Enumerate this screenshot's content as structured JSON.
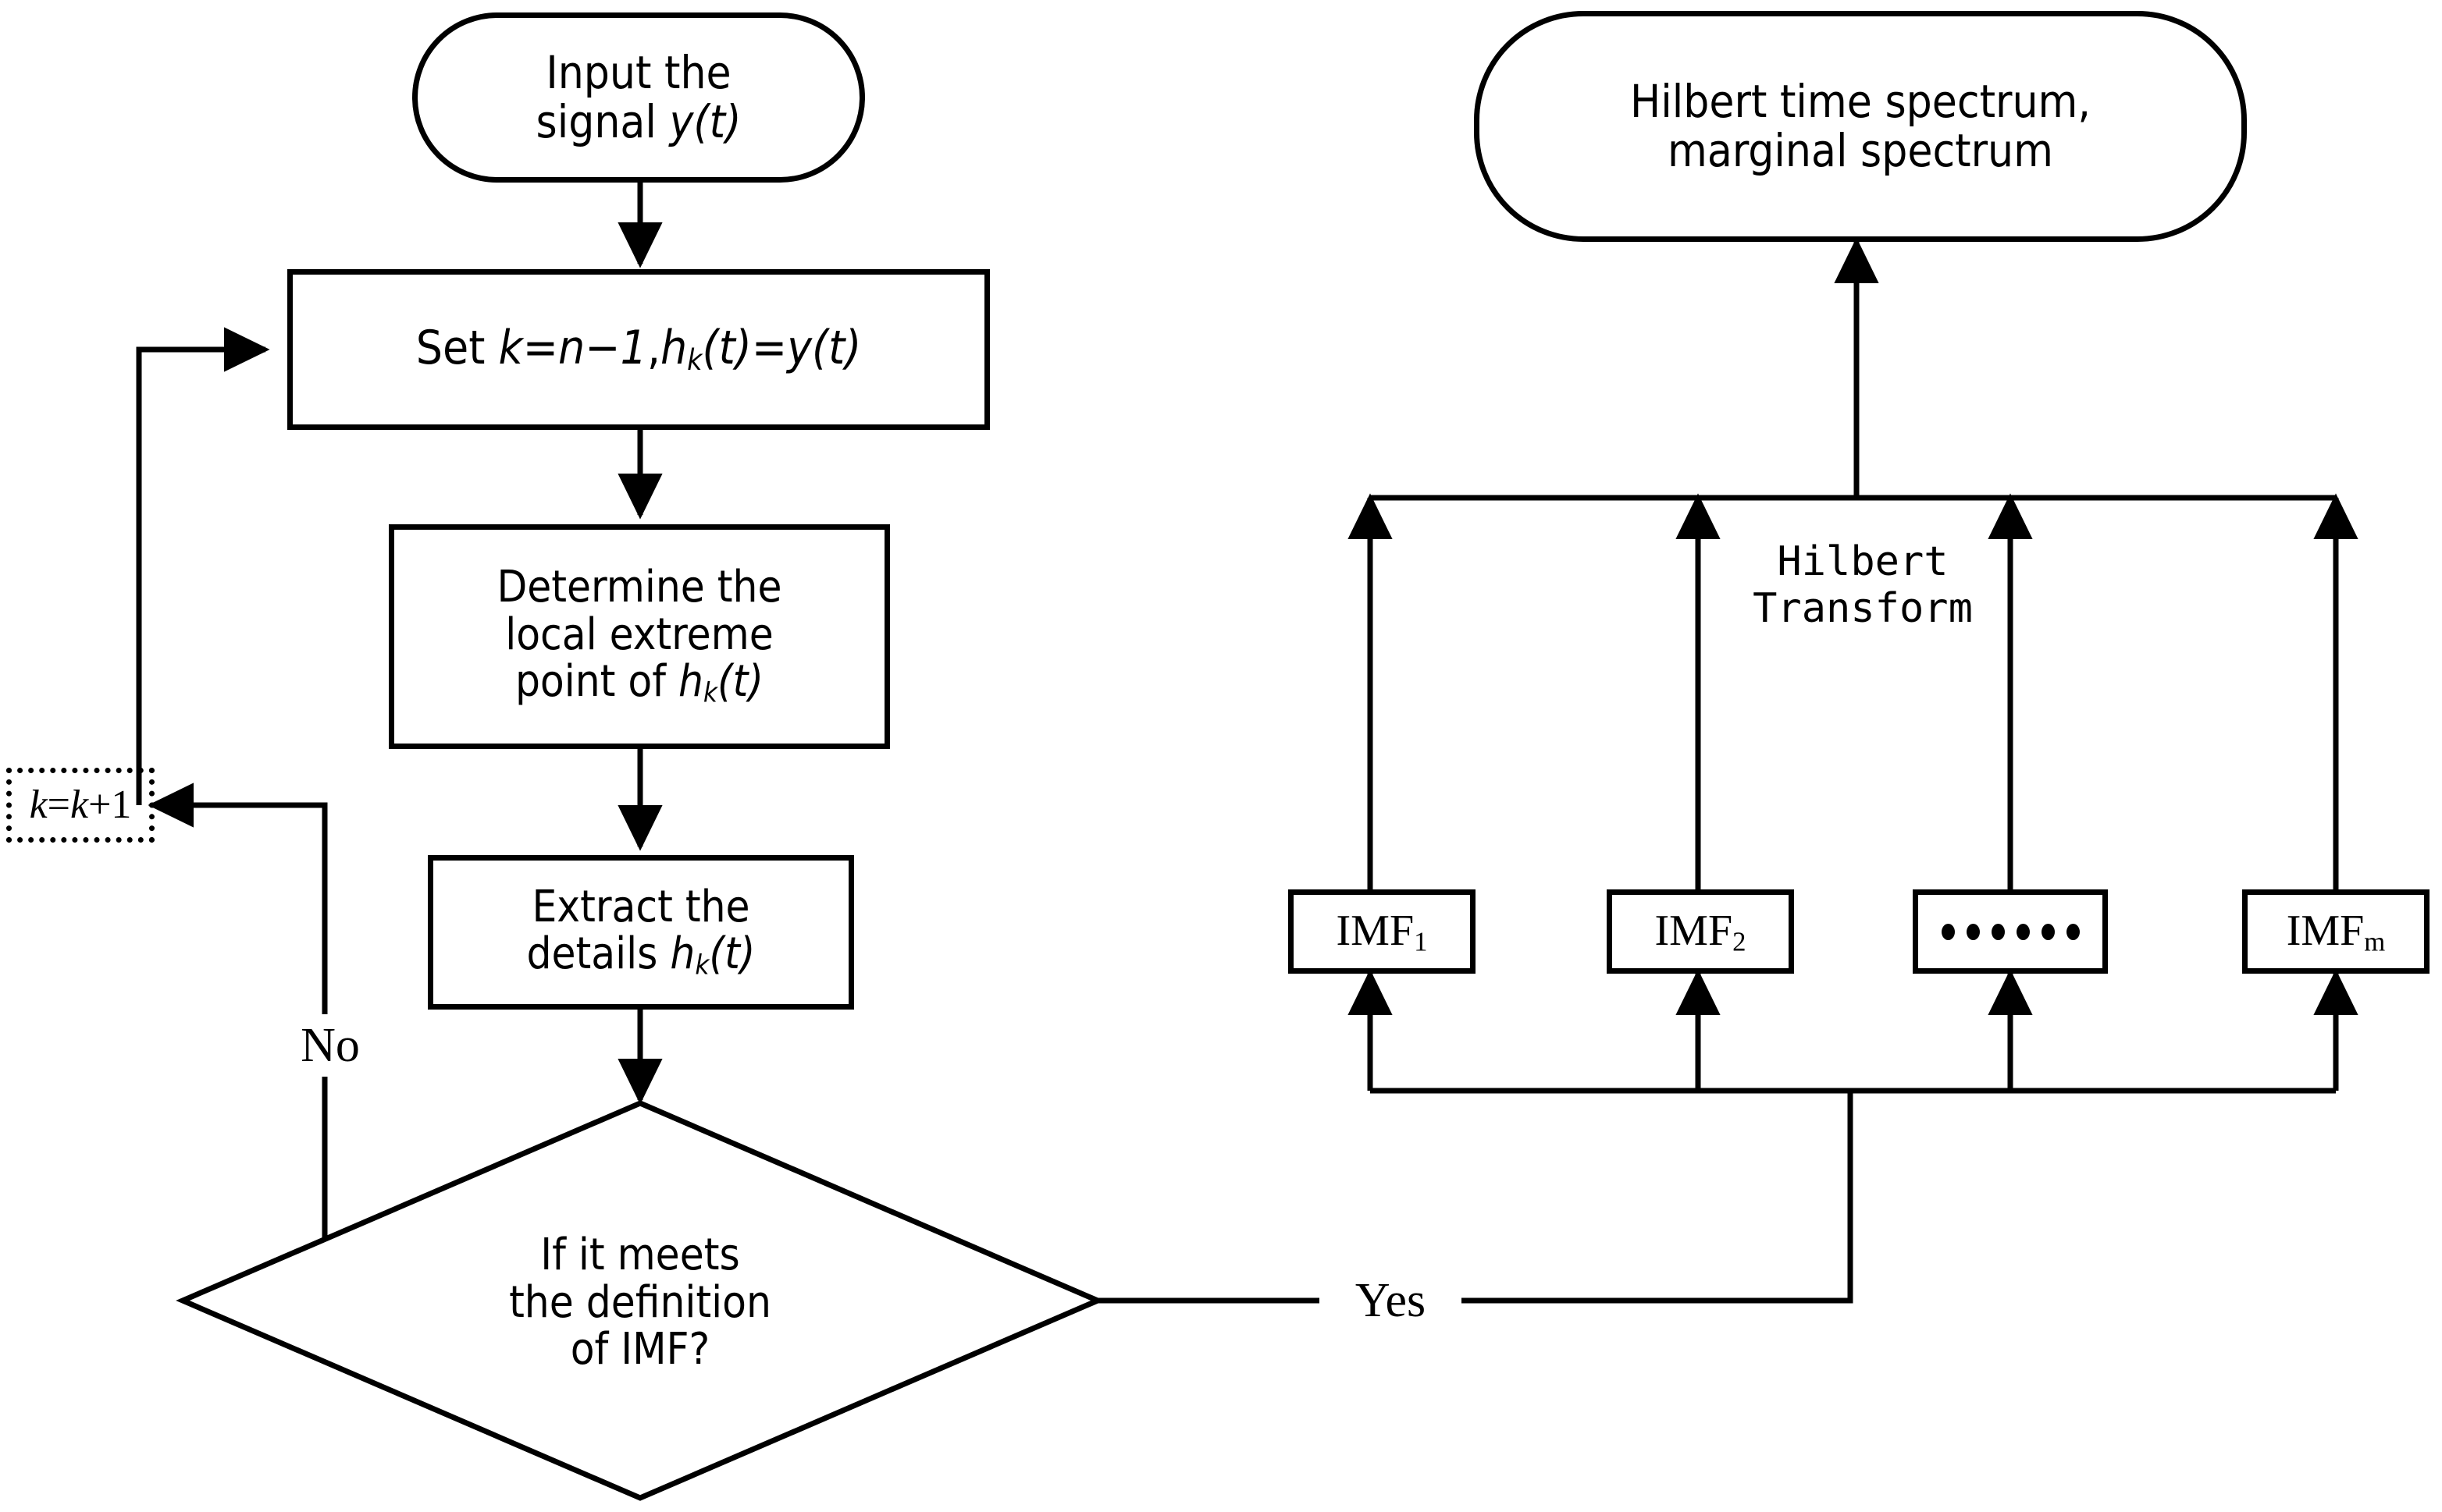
{
  "diagram": {
    "title": "EMD / HHT signal decomposition flowchart",
    "stroke_color": "#000000",
    "background_color": "#ffffff"
  },
  "nodes": {
    "input_signal": {
      "label_line1": "Input the",
      "label_line2_prefix": "signal ",
      "label_line2_var": "y(t)",
      "shape": "terminal"
    },
    "set_init": {
      "prefix": "Set ",
      "var_k": "k",
      "eq1": "=",
      "var_n": "n",
      "minus": "−",
      "one": "1",
      "comma": ",",
      "var_h": "h",
      "sub_k": "k",
      "arg_t": "(t)",
      "eq2": "=",
      "var_y": "y",
      "arg_t2": "(t)",
      "shape": "process",
      "full_text": "Set k=n−1,hₖ(t)=y(t)"
    },
    "determine_extreme": {
      "line1": "Determine the",
      "line2": "local extreme",
      "line3_prefix": "point of ",
      "line3_var_h": "h",
      "line3_sub": "k",
      "line3_arg": "(t)",
      "shape": "process",
      "full_text": "Determine the local extreme point of hₖ(t)"
    },
    "extract_details": {
      "line1": "Extract the",
      "line2_prefix": "details ",
      "line2_var_h": "h",
      "line2_sub": "k",
      "line2_arg": "(t)",
      "shape": "process",
      "full_text": "Extract the details hₖ(t)"
    },
    "increment_k": {
      "var1": "k",
      "eq": "=",
      "var2": "k",
      "plus": "+",
      "one": "1",
      "shape": "dotted-rect",
      "full_text": "k=k+1"
    },
    "decision_imf": {
      "line1": "If it meets",
      "line2": "the definition",
      "line3": "of IMF?",
      "shape": "diamond",
      "full_text": "If it meets the definition of IMF?"
    },
    "hilbert_output": {
      "line1": "Hilbert time spectrum,",
      "line2": "marginal spectrum",
      "shape": "terminal"
    },
    "imf_boxes": [
      {
        "name": "IMF",
        "sub": "1",
        "shape": "rect"
      },
      {
        "name": "IMF",
        "sub": "2",
        "shape": "rect"
      },
      {
        "name": "ellipsis",
        "sub": "",
        "shape": "rect",
        "dot_count": 6
      },
      {
        "name": "IMF",
        "sub": "m",
        "shape": "rect"
      }
    ]
  },
  "edge_labels": {
    "no_branch": "No",
    "yes_branch": "Yes",
    "transform_line1": "Hilbert",
    "transform_line2": "Transform"
  }
}
